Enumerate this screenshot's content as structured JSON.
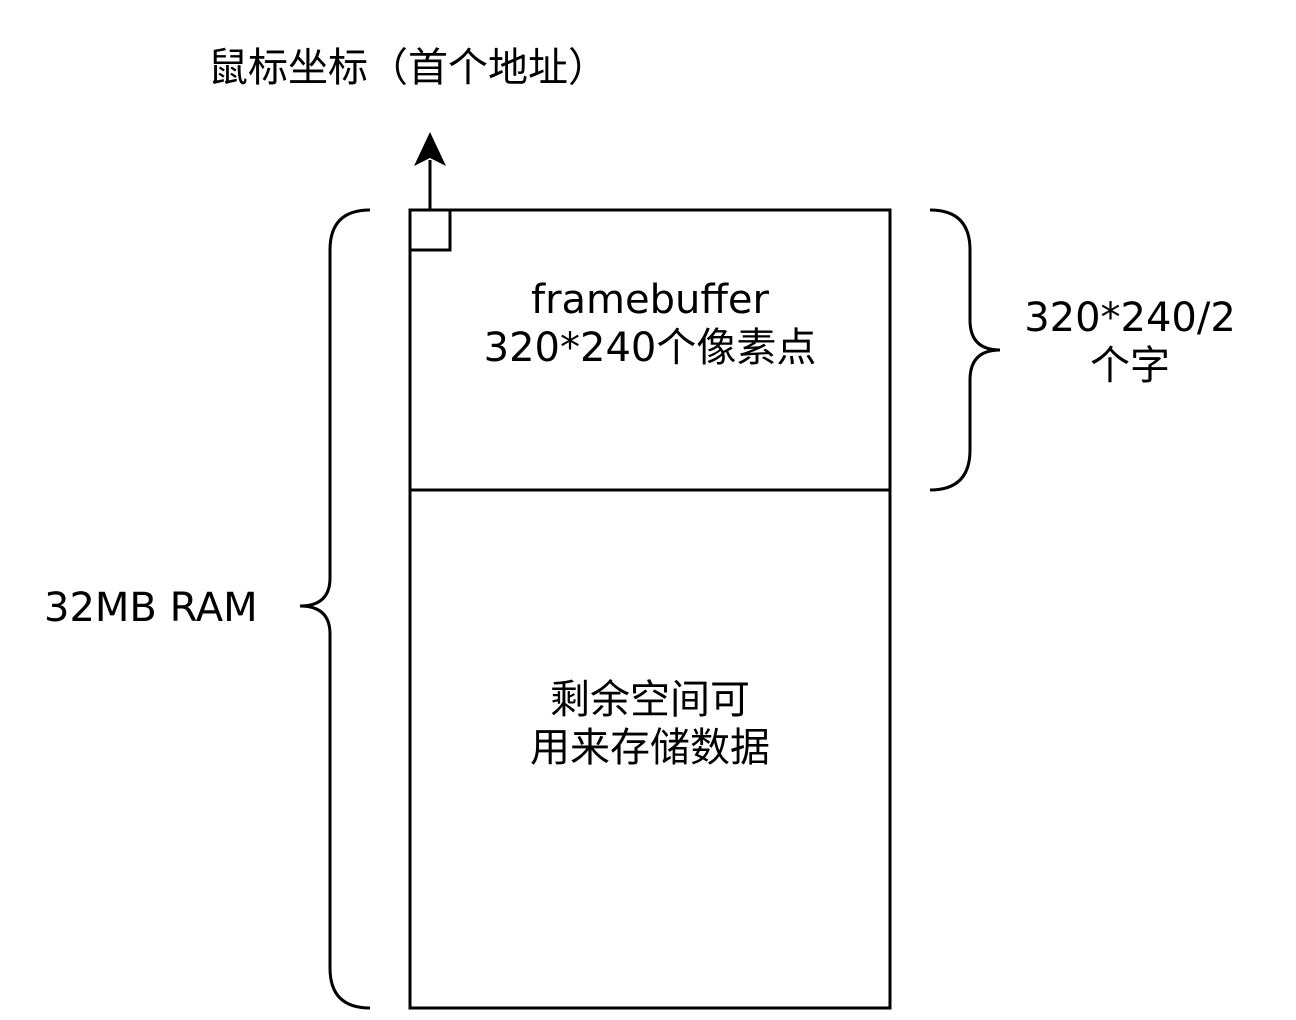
{
  "mouse_coordinate_label": "鼠标坐标（首个地址）",
  "framebuffer": {
    "line1": "framebuffer",
    "line2": "320*240个像素点"
  },
  "framebuffer_size": {
    "line1": "320*240/2",
    "line2": "个字"
  },
  "remaining_space": {
    "line1": "剩余空间可",
    "line2": "用来存储数据"
  },
  "ram_label": "32MB RAM"
}
